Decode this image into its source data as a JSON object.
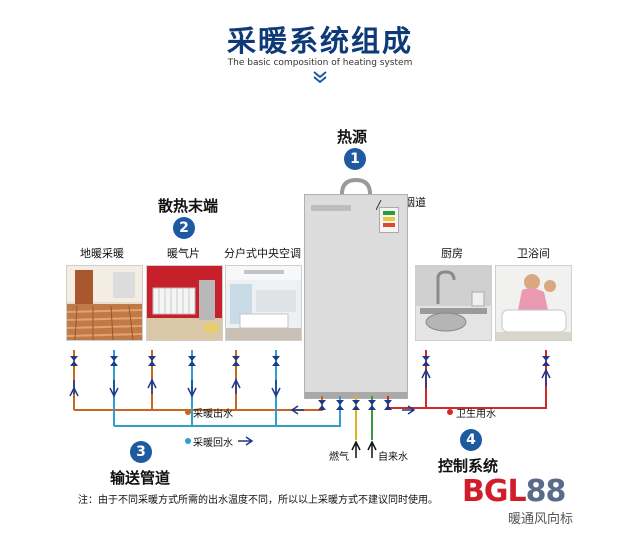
{
  "header": {
    "title": "采暖系统组成",
    "subtitle": "The basic composition of heating system"
  },
  "sections": {
    "heat_source": {
      "number": "1",
      "label": "热源"
    },
    "terminals": {
      "number": "2",
      "label": "散热末端"
    },
    "pipes": {
      "number": "3",
      "label": "输送管道"
    },
    "control": {
      "number": "4",
      "label": "控制系统"
    }
  },
  "boiler": {
    "flue_label": "平衡烟道"
  },
  "terminal_items": [
    "地暖采暖",
    "暖气片",
    "分户式中央空调"
  ],
  "hot_water_items": [
    "厨房",
    "卫浴间"
  ],
  "flows": {
    "supply": "采暖出水",
    "return": "采暖回水",
    "domestic": "卫生用水",
    "gas": "燃气",
    "tap": "自来水"
  },
  "colors": {
    "title": "#0e3a78",
    "accent_circle": "#1e5aa0",
    "supply_pipe": "#c9651c",
    "return_pipe": "#2f9fd0",
    "domestic_pipe": "#d12a2a",
    "valve": "#1d3a8a"
  },
  "note": "注：由于不同采暖方式所需的出水温度不同，所以以上采暖方式不建议同时使用。",
  "watermark": {
    "logo_a": "BGL",
    "logo_b": "88",
    "text": "暖通风向标"
  }
}
